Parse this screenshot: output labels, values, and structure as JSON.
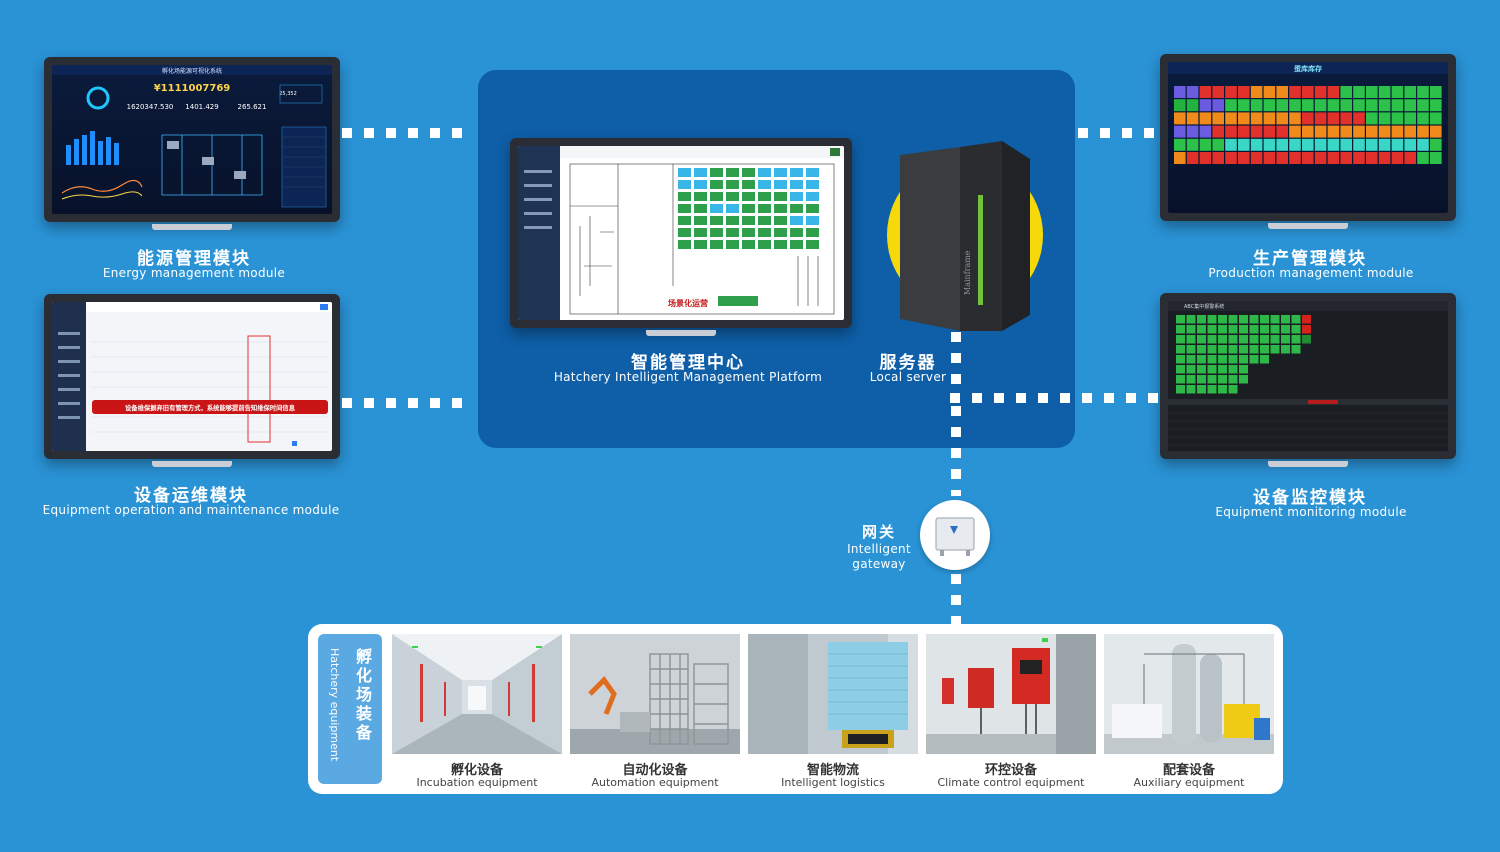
{
  "modules": {
    "energy": {
      "cn": "能源管理模块",
      "en": "Energy management module"
    },
    "operation": {
      "cn": "设备运维模块",
      "en": "Equipment operation and maintenance module"
    },
    "production": {
      "cn": "生产管理模块",
      "en": "Production management module"
    },
    "monitoring": {
      "cn": "设备监控模块",
      "en": "Equipment monitoring module"
    }
  },
  "center": {
    "cn": "智能管理中心",
    "en": "Hatchery Intelligent Management Platform"
  },
  "server": {
    "cn": "服务器",
    "en": "Local server",
    "device_text": "Mainframe"
  },
  "gateway": {
    "cn": "网关",
    "en_line1": "Intelligent",
    "en_line2": "gateway"
  },
  "screens": {
    "energy_title": "孵化场能源可视化系统",
    "energy_counter": "¥1111007769",
    "energy_value_a": "1620347.530",
    "energy_value_b": "1401.429",
    "energy_value_c": "265.621",
    "energy_value_d": "25,352",
    "maintenance_banner": "设备维保摒弃旧有管理方式，系统能够提前告知维保时间信息",
    "platform_banner": "场景化运营",
    "production_title": "蛋库库存",
    "monitoring_title": "ABC集中报警系统"
  },
  "equipment": {
    "title_cn": "孵化场装备",
    "title_en": "Hatchery equipment",
    "items": [
      {
        "cn": "孵化设备",
        "en": "Incubation equipment"
      },
      {
        "cn": "自动化设备",
        "en": "Automation equipment"
      },
      {
        "cn": "智能物流",
        "en": "Intelligent logistics"
      },
      {
        "cn": "环控设备",
        "en": "Climate control equipment"
      },
      {
        "cn": "配套设备",
        "en": "Auxiliary equipment"
      }
    ]
  },
  "colors": {
    "background": "#2a93d6",
    "panel": "#0e5fa8",
    "accent_yellow": "#f5d90a"
  }
}
